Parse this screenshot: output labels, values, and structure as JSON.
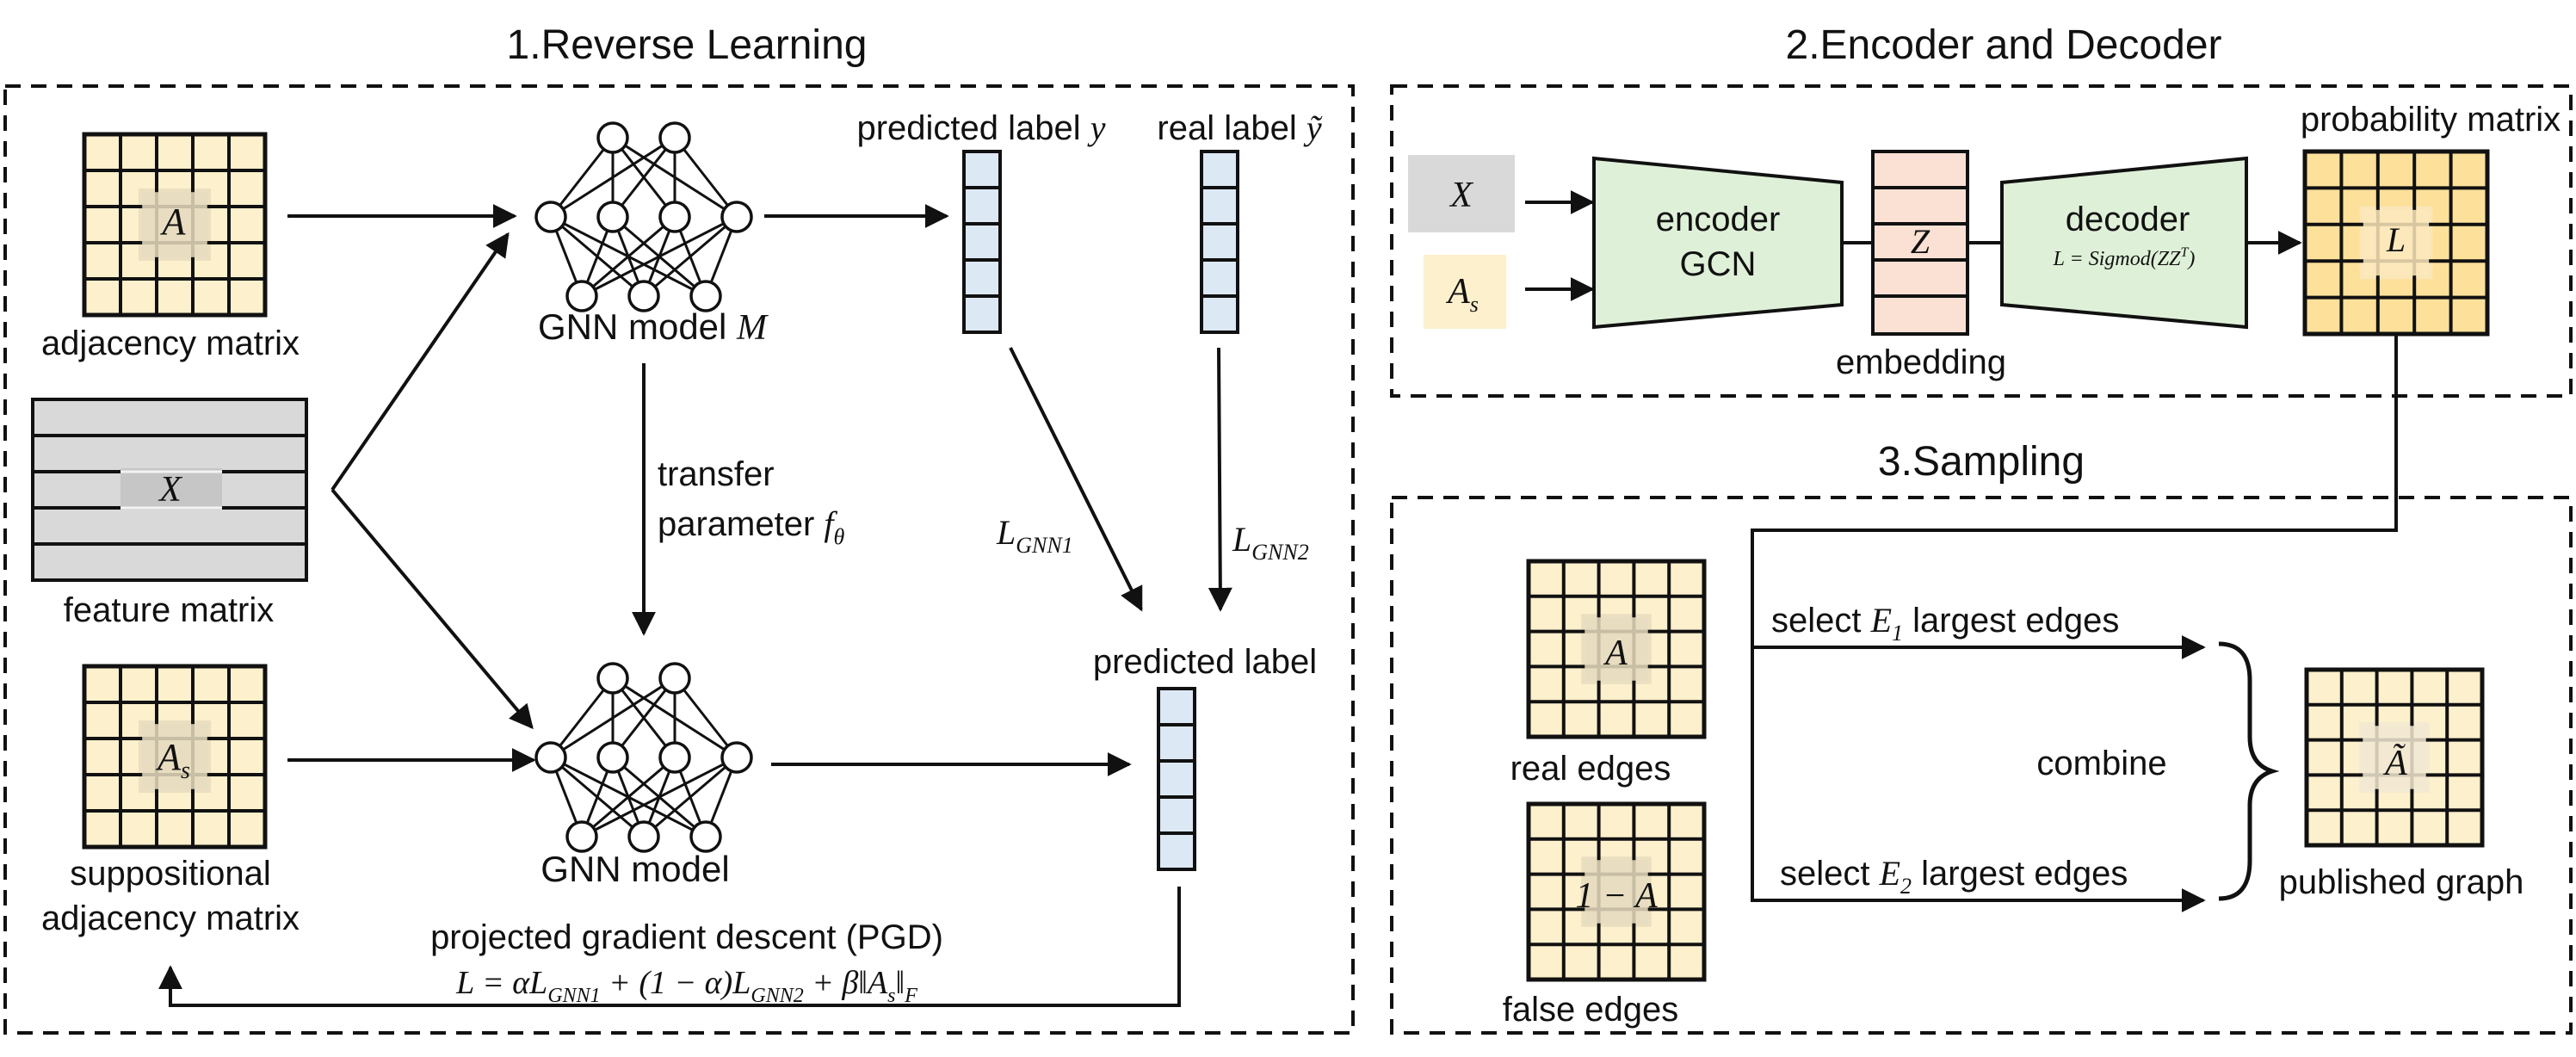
{
  "sections": {
    "reverse_learning": {
      "title": "1.Reverse Learning",
      "adjacency_label": "adjacency matrix",
      "adjacency_symbol": "A",
      "feature_label": "feature matrix",
      "feature_symbol": "X",
      "suppositional_label_1": "suppositional",
      "suppositional_label_2": "adjacency matrix",
      "suppositional_symbol": "A",
      "suppositional_symbol_sub": "s",
      "gnn_top_label": "GNN model ",
      "gnn_top_symbol": "M",
      "gnn_bottom_label": "GNN model",
      "transfer_line1": "transfer",
      "transfer_line2": "parameter ",
      "transfer_symbol": "f",
      "transfer_symbol_sub": "θ",
      "predicted_label_y": "predicted label ",
      "predicted_label_y_symbol": "y",
      "real_label": "real label ",
      "real_label_symbol": "ỹ",
      "loss1": "L",
      "loss1_sub": "GNN1",
      "loss2": "L",
      "loss2_sub": "GNN2",
      "predicted_label": "predicted label",
      "pgd_line": "projected gradient descent (PGD)",
      "pgd_formula": "L = αL_GNN1 + (1 − α)L_GNN2 + β‖A_s‖_F"
    },
    "encoder_decoder": {
      "title": "2.Encoder and Decoder",
      "input_x": "X",
      "input_as": "A",
      "input_as_sub": "s",
      "encoder_line1": "encoder",
      "encoder_line2": "GCN",
      "embedding_symbol": "Z",
      "embedding_label": "embedding",
      "decoder_line1": "decoder",
      "decoder_formula": "L = Sigmod(ZZ",
      "decoder_formula_sup": "T",
      "decoder_formula_end": ")",
      "prob_label": "probability matrix",
      "prob_symbol": "L"
    },
    "sampling": {
      "title": "3.Sampling",
      "real_edges_label": "real edges",
      "real_edges_symbol": "A",
      "false_edges_label": "false edges",
      "false_edges_symbol": "1 − A",
      "select1_prefix": "select ",
      "select1_symbol": "E",
      "select1_sub": "1",
      "select1_suffix": " largest edges",
      "select2_prefix": "select ",
      "select2_symbol": "E",
      "select2_sub": "2",
      "select2_suffix": " largest edges",
      "combine": "combine",
      "published_label": "published graph",
      "published_symbol": "Ã"
    }
  },
  "colors": {
    "matrix_fill": "#fdf0cc",
    "matrix_center": "#e8ddc0",
    "prob_fill": "#fde09a",
    "feature_fill": "#d9d9d9",
    "label_vec_fill": "#dde8f5",
    "encoder_fill": "#dff0d8",
    "embedding_fill": "#fbe1d4",
    "input_x_fill": "#d9d9d9",
    "input_as_fill": "#fdf0cc"
  }
}
